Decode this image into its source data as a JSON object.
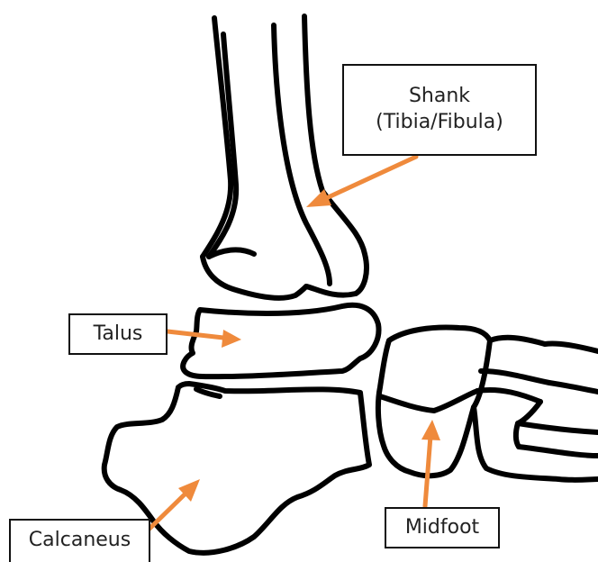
{
  "labels": {
    "shank_line1": "Shank",
    "shank_line2": "(Tibia/Fibula)",
    "talus": "Talus",
    "calcaneus": "Calcaneus",
    "midfoot": "Midfoot"
  },
  "colors": {
    "outline": "#000000",
    "arrow": "#ef8a3c",
    "label_border": "#111111",
    "label_text": "#222222"
  }
}
